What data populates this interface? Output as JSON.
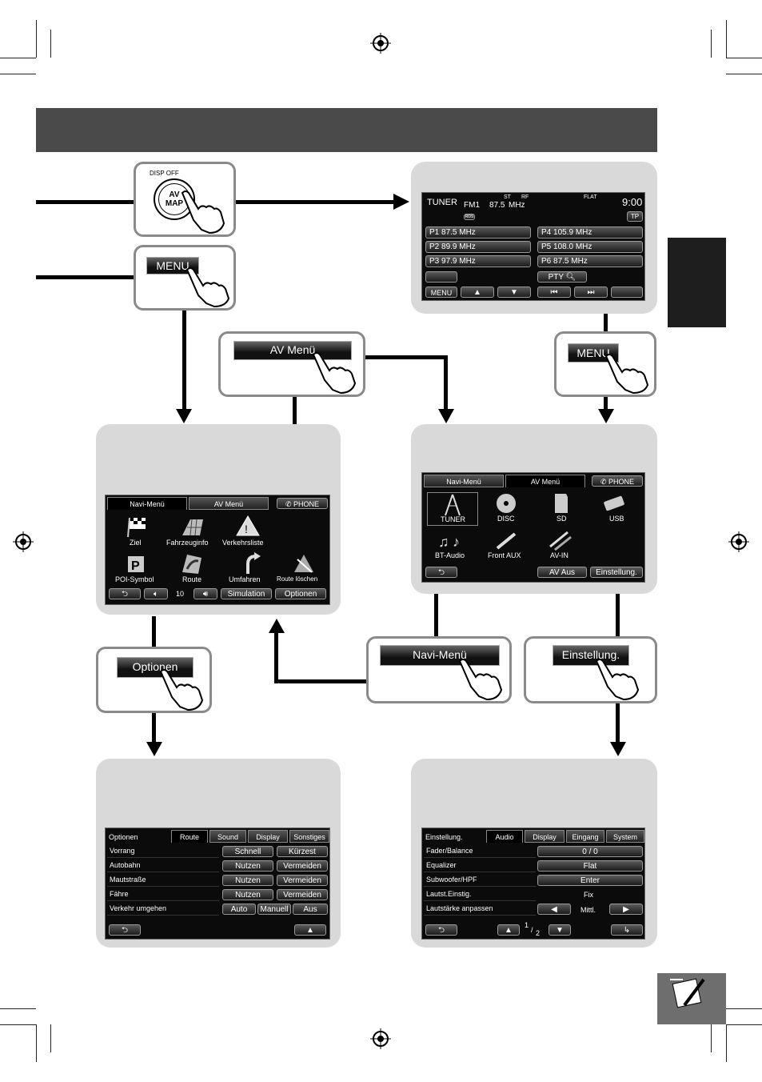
{
  "callouts": {
    "disp_off": "DISP OFF",
    "av_map_line1": "AV",
    "av_map_line2": "MAP",
    "menu": "MENU",
    "av_menu": "AV Menü",
    "menu_right": "MENU",
    "optionen": "Optionen",
    "navi_menu": "Navi-Menü",
    "einstellung": "Einstellung."
  },
  "tuner": {
    "source": "TUNER",
    "band": "FM1",
    "freq": "87.5",
    "unit": "MHz",
    "st": "ST",
    "rf": "RF",
    "flat": "FLAT",
    "time": "9:00",
    "tp": "TP",
    "rds_badge": "RDS",
    "presets": [
      {
        "num": "P1",
        "freq": "87.5 MHz"
      },
      {
        "num": "P2",
        "freq": "89.9 MHz"
      },
      {
        "num": "P3",
        "freq": "97.9 MHz"
      },
      {
        "num": "P4",
        "freq": "105.9 MHz"
      },
      {
        "num": "P5",
        "freq": "108.0 MHz"
      },
      {
        "num": "P6",
        "freq": "87.5 MHz"
      }
    ],
    "pty": "PTY",
    "menu": "MENU"
  },
  "navi": {
    "tabs": [
      "Navi-Menü",
      "AV Menü",
      "PHONE"
    ],
    "items": [
      "Ziel",
      "Fahrzeuginfo",
      "Verkehrsliste",
      "POI-Symbol",
      "Route",
      "Umfahren",
      "Route löschen"
    ],
    "volume": "10",
    "simulation": "Simulation",
    "optionen": "Optionen"
  },
  "avmenu": {
    "tabs": [
      "Navi-Menü",
      "AV Menü",
      "PHONE"
    ],
    "sources": [
      "TUNER",
      "DISC",
      "SD",
      "USB",
      "BT-Audio",
      "Front AUX",
      "AV-IN"
    ],
    "av_aus": "AV Aus",
    "einstellung": "Einstellung."
  },
  "options": {
    "tabs": [
      "Optionen",
      "Route",
      "Sound",
      "Display",
      "Sonstiges"
    ],
    "rows": [
      {
        "label": "Vorrang",
        "b1": "Schnell",
        "b2": "Kürzest"
      },
      {
        "label": "Autobahn",
        "b1": "Nutzen",
        "b2": "Vermeiden"
      },
      {
        "label": "Mautstraße",
        "b1": "Nutzen",
        "b2": "Vermeiden"
      },
      {
        "label": "Fähre",
        "b1": "Nutzen",
        "b2": "Vermeiden"
      }
    ],
    "last_label": "Verkehr umgehen",
    "last_buttons": [
      "Auto",
      "Manuell",
      "Aus"
    ]
  },
  "settings": {
    "tabs": [
      "Einstellung.",
      "Audio",
      "Display",
      "Eingang",
      "System"
    ],
    "rows": [
      {
        "label": "Fader/Balance",
        "value": "0 / 0"
      },
      {
        "label": "Equalizer",
        "value": "Flat"
      },
      {
        "label": "Subwoofer/HPF",
        "value": "Enter"
      },
      {
        "label": "Lautst.Einstig.",
        "value": "Fix"
      },
      {
        "label": "Lautstärke anpassen",
        "value": "Mittl."
      }
    ],
    "page_num": "1",
    "page_den": "2"
  }
}
